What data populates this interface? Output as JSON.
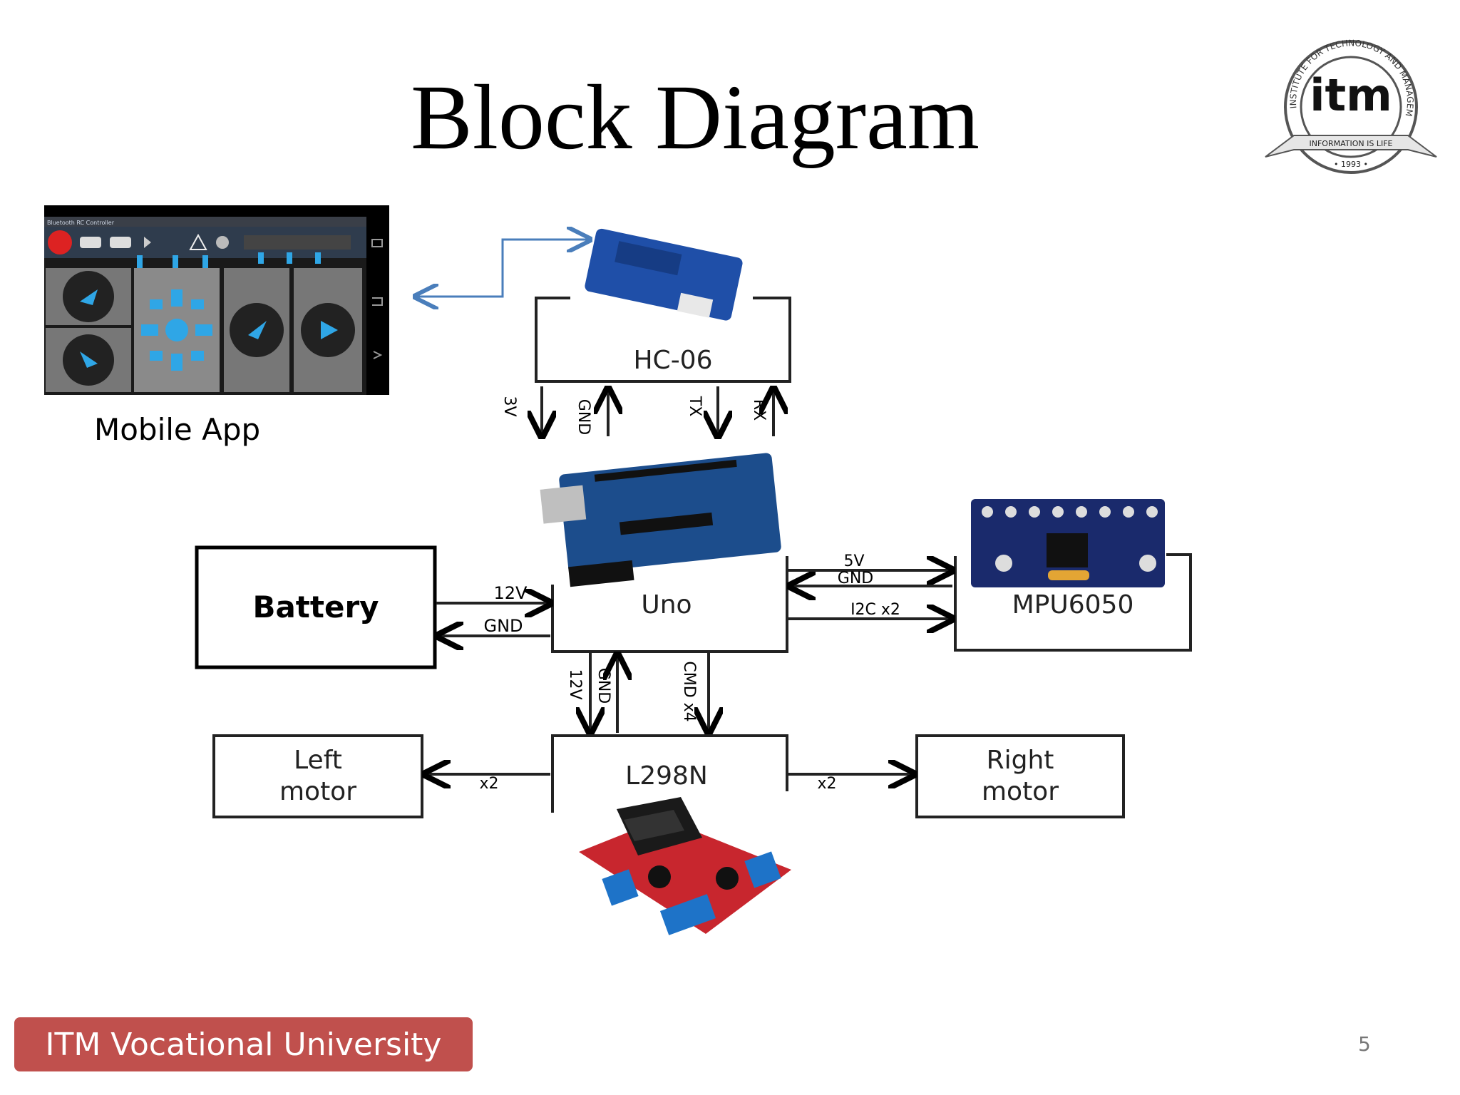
{
  "slide": {
    "title": "Block Diagram",
    "footer": "ITM Vocational University",
    "page_number": "5"
  },
  "logo": {
    "arc_text": "INSTITUTE FOR TECHNOLOGY AND MANAGEMENT",
    "mark": "itm",
    "ribbon": "INFORMATION IS LIFE",
    "year": "• 1993 •"
  },
  "mobile_app": {
    "caption": "Mobile App",
    "screen_title": "Bluetooth RC Controller"
  },
  "blocks": {
    "hc06": "HC-06",
    "battery": "Battery",
    "uno": "Uno",
    "mpu": "MPU6050",
    "l298n": "L298N",
    "left_motor_1": "Left",
    "left_motor_2": "motor",
    "right_motor_1": "Right",
    "right_motor_2": "motor"
  },
  "signals": {
    "v3": "3V",
    "gnd_hc": "GND",
    "tx": "TX",
    "rx": "RX",
    "v12_bat": "12V",
    "gnd_bat": "GND",
    "v5": "5V",
    "gnd_mpu": "GND",
    "i2c": "I2C x2",
    "v12_l298": "12V",
    "gnd_l298": "GND",
    "cmd": "CMD x4",
    "x2_left": "x2",
    "x2_right": "x2"
  },
  "colors": {
    "accent": "#c0504d",
    "link_arrow": "#4a7ebb",
    "bt_board": "#1f4fa8",
    "uno_board": "#1c4d8c",
    "mpu_board": "#1a2a6c",
    "driver_board": "#c8262e",
    "heatsink": "#1a1a1a"
  }
}
